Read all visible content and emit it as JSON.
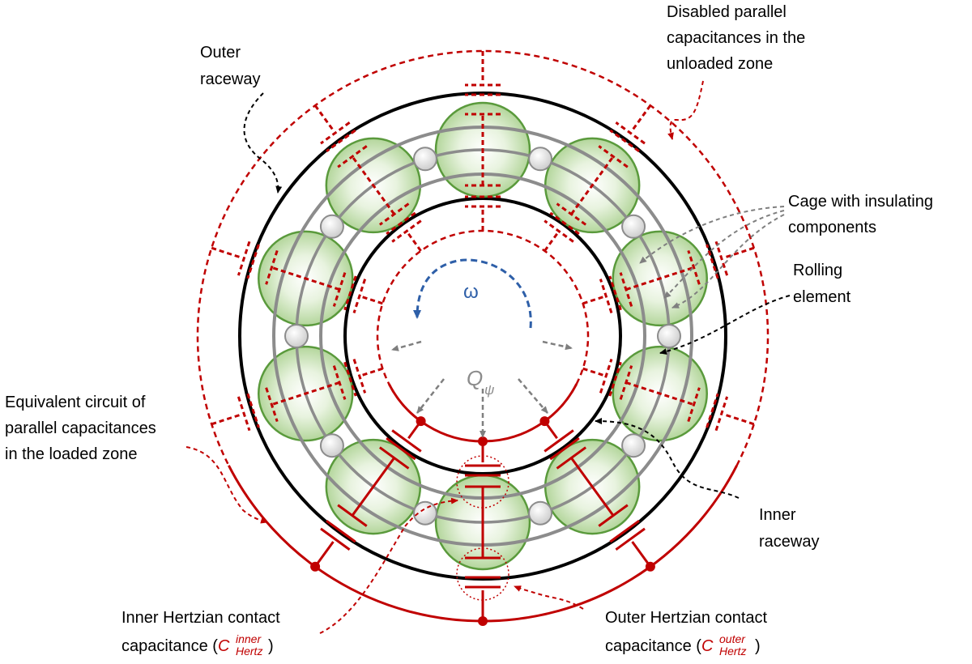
{
  "labels": {
    "outer_raceway": [
      "Outer",
      "raceway"
    ],
    "disabled": [
      "Disabled parallel",
      "capacitances in  the",
      "unloaded zone"
    ],
    "cage": [
      "Cage with insulating",
      "components"
    ],
    "rolling": [
      "Rolling",
      "element"
    ],
    "equivalent": [
      "Equivalent circuit of",
      "parallel capacitances",
      "in the loaded zone"
    ],
    "inner_raceway": [
      "Inner",
      "raceway"
    ],
    "inner_hertz": {
      "line1": "Inner Hertzian contact",
      "prefix": "capacitance (",
      "symbol": "C",
      "sup": "inner",
      "sub": "Hertz",
      "suffix": " )"
    },
    "outer_hertz": {
      "line1": "Outer Hertzian contact",
      "prefix": "capacitance (",
      "symbol": "C",
      "sup": "outer",
      "sub": "Hertz",
      "suffix": " )"
    },
    "omega": "ω",
    "load_symbol": "Q",
    "load_sub": "ψ"
  },
  "colors": {
    "red": "#c00000",
    "ball_fill": "#a9d08e",
    "ball_stroke": "#5a9a3c",
    "cage": "#8c8c8c",
    "raceway": "#000000",
    "omega": "#2e5fa8",
    "gray_arrow": "#7f7f7f"
  },
  "rolling_element_count": 10,
  "insulating_component_count": 10
}
